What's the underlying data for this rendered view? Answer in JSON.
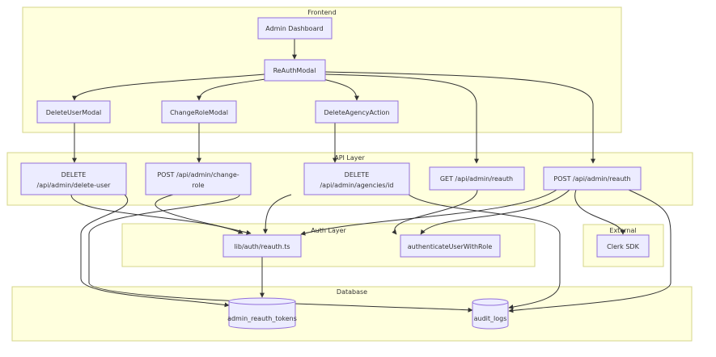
{
  "clusters": {
    "frontend": "Frontend",
    "api_layer": "API Layer",
    "auth_layer": "Auth Layer",
    "external": "External",
    "database": "Database"
  },
  "nodes": {
    "admin_dashboard": "Admin Dashboard",
    "reauth_modal": "ReAuthModal",
    "delete_user_modal": "DeleteUserModal",
    "change_role_modal": "ChangeRoleModal",
    "delete_agency_action": "DeleteAgencyAction",
    "delete_user_api_1": "DELETE",
    "delete_user_api_2": "/api/admin/delete-user",
    "change_role_api_1": "POST /api/admin/change-",
    "change_role_api_2": "role",
    "delete_agency_api_1": "DELETE",
    "delete_agency_api_2": "/api/admin/agencies/id",
    "get_reauth_api": "GET /api/admin/reauth",
    "post_reauth_api": "POST /api/admin/reauth",
    "lib_reauth": "lib/auth/reauth.ts",
    "authenticate_user": "authenticateUserWithRole",
    "clerk_sdk": "Clerk SDK",
    "admin_reauth_tokens": "admin_reauth_tokens",
    "audit_logs": "audit_logs"
  },
  "colors": {
    "cluster_fill": "#ffffde",
    "cluster_stroke": "#d4d48a",
    "node_fill": "#ececff",
    "node_stroke": "#9370db",
    "edge": "#333333"
  }
}
